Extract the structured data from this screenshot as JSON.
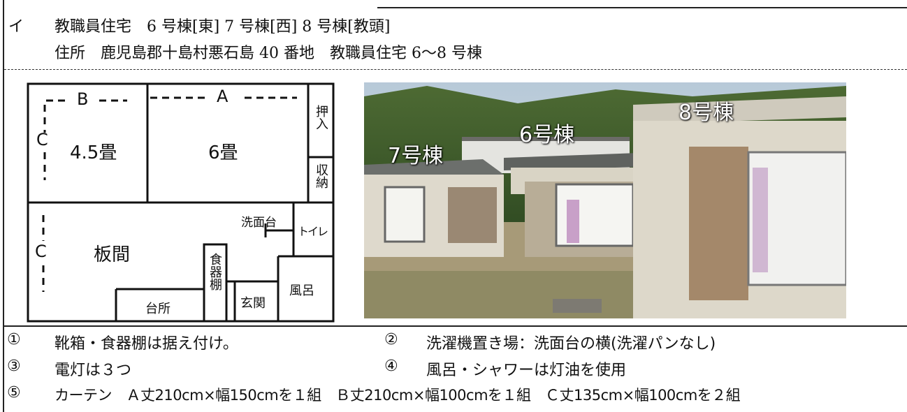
{
  "header": {
    "marker": "イ",
    "line1": "教職員住宅　6 号棟[東] 7 号棟[西] 8 号棟[教頭]",
    "line2": "住所　鹿児島郡十島村悪石島 40 番地　教職員住宅 6～8 号棟"
  },
  "floor_plan": {
    "room_b_label": "B",
    "room_a_label": "A",
    "room_c_label": "C",
    "tatami_45": "4.5畳",
    "tatami_6": "6畳",
    "oshiire": "押入",
    "shuno": "収納",
    "itama": "板間",
    "senmendai": "洗面台",
    "toilet": "トイレ",
    "shokkidana": "食器棚",
    "genkan": "玄関",
    "furo": "風呂",
    "daidokoro": "台所"
  },
  "photo": {
    "label_7": "7号棟",
    "label_6": "6号棟",
    "label_8": "8号棟"
  },
  "notes": [
    {
      "num": "①",
      "text": "靴箱・食器棚は据え付け。"
    },
    {
      "num": "②",
      "text": "洗濯機置き場：洗面台の横(洗濯パンなし)"
    },
    {
      "num": "③",
      "text": "電灯は３つ"
    },
    {
      "num": "④",
      "text": "風呂・シャワーは灯油を使用"
    },
    {
      "num": "⑤",
      "text": "カーテン　Ａ丈210cm×幅150cmを１組　Ｂ丈210cm×幅100cmを１組　Ｃ丈135cm×幅100cmを２組"
    }
  ]
}
